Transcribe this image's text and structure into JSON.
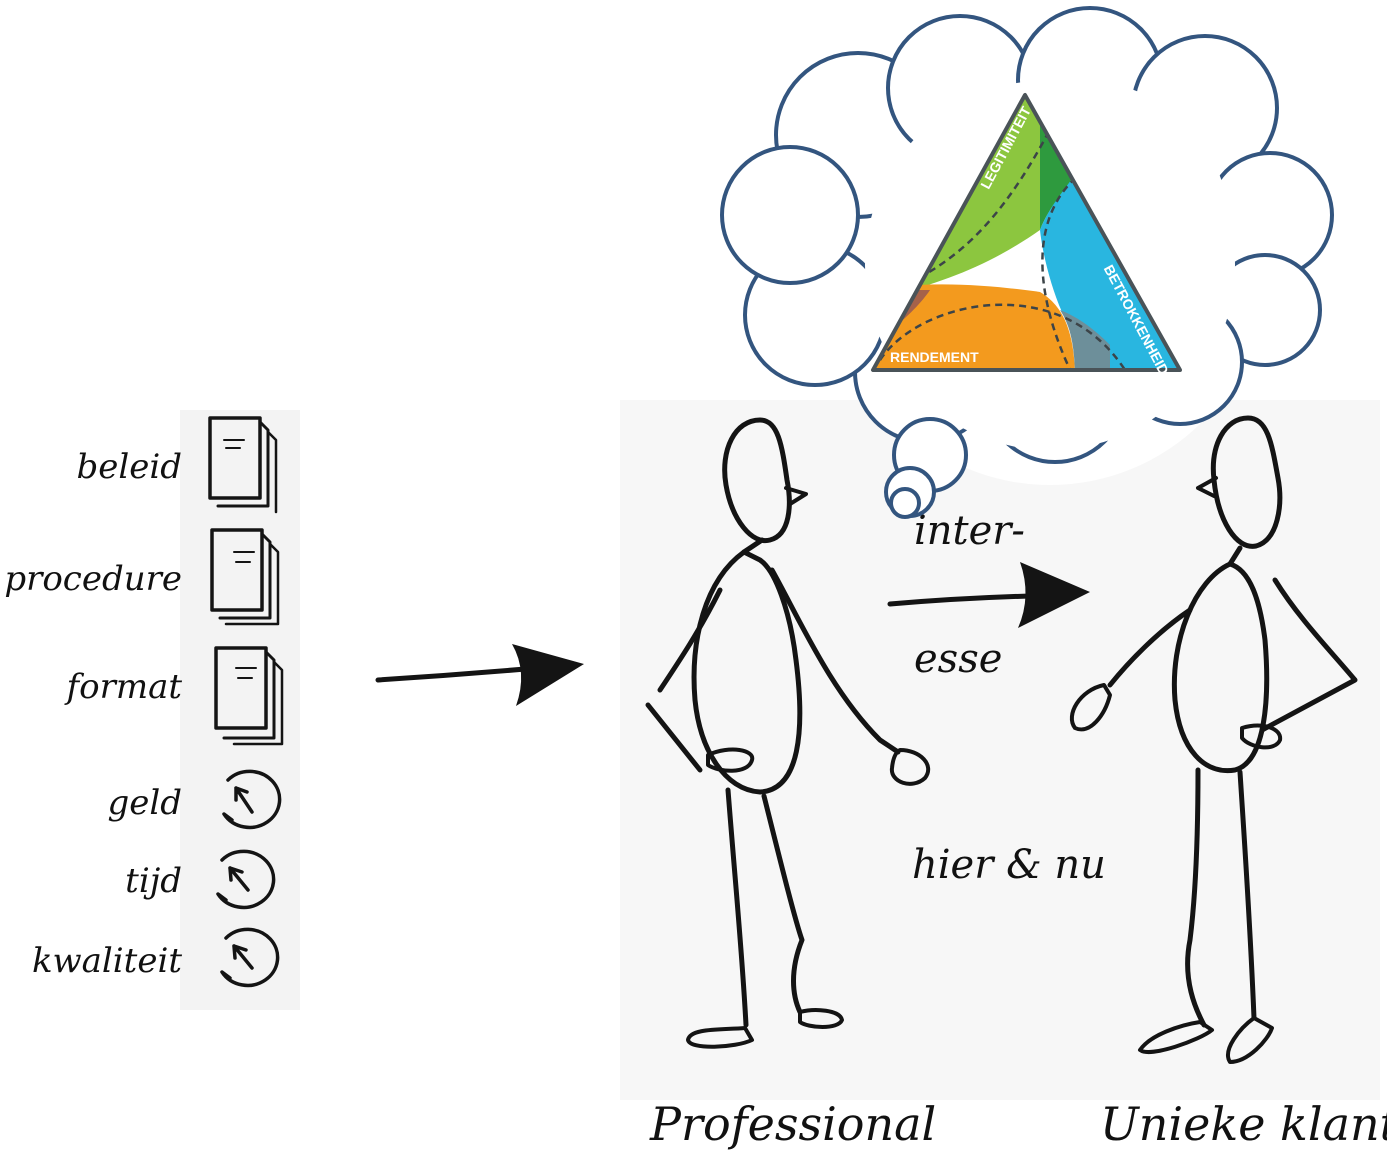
{
  "resources": {
    "documents": [
      {
        "label": "beleid",
        "icon": "document-stack-icon"
      },
      {
        "label": "procedure",
        "icon": "document-stack-icon"
      },
      {
        "label": "format",
        "icon": "document-stack-icon"
      }
    ],
    "meters": [
      {
        "label": "geld",
        "icon": "gauge-icon"
      },
      {
        "label": "tijd",
        "icon": "gauge-icon"
      },
      {
        "label": "kwaliteit",
        "icon": "gauge-icon"
      }
    ]
  },
  "interaction": {
    "top_word": "inter-",
    "bottom_word": "esse",
    "context": "hier & nu"
  },
  "figures": {
    "professional": "Professional",
    "client": "Unieke klant"
  },
  "thought_triangle": {
    "labels": {
      "top_left": "LEGITIMITEIT",
      "right": "BETROKKENHEID",
      "bottom": "RENDEMENT"
    },
    "colors": {
      "green": "#8cc63f",
      "dark_green": "#2e9a3e",
      "blue": "#29b6e0",
      "orange": "#f39a1e",
      "brown": "#a5624a",
      "grey": "#6d8f9a",
      "outline": "#4a5358",
      "cloud_stroke": "#33557f"
    }
  }
}
